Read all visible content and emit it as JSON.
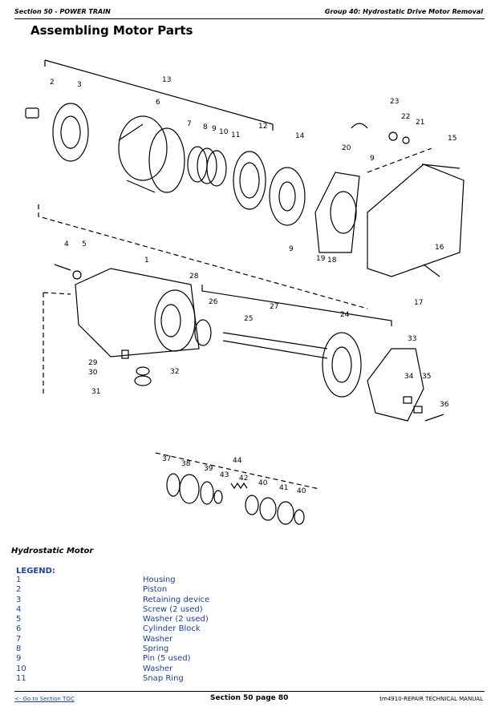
{
  "header": {
    "section": "Section 50 - POWER TRAIN",
    "group": "Group 40: Hydrostatic Drive Motor Removal"
  },
  "page_title": "Assembling Motor Parts",
  "diagram": {
    "callouts": [
      "2",
      "3",
      "13",
      "6",
      "7",
      "8",
      "9",
      "10",
      "11",
      "12",
      "14",
      "23",
      "22",
      "21",
      "20",
      "9",
      "15",
      "16",
      "9",
      "19",
      "18",
      "17",
      "4",
      "5",
      "1",
      "28",
      "26",
      "27",
      "25",
      "24",
      "33",
      "29",
      "30",
      "32",
      "31",
      "34",
      "35",
      "36",
      "37",
      "38",
      "39",
      "44",
      "42",
      "40",
      "43",
      "41",
      "40"
    ]
  },
  "subtitle": "Hydrostatic Motor",
  "legend": {
    "heading": "LEGEND:",
    "items": [
      {
        "num": "1",
        "text": "Housing"
      },
      {
        "num": "2",
        "text": "Piston"
      },
      {
        "num": "3",
        "text": "Retaining device"
      },
      {
        "num": "4",
        "text": "Screw (2 used)"
      },
      {
        "num": "5",
        "text": "Washer (2 used)"
      },
      {
        "num": "6",
        "text": "Cylinder Block"
      },
      {
        "num": "7",
        "text": "Washer"
      },
      {
        "num": "8",
        "text": "Spring"
      },
      {
        "num": "9",
        "text": "Pin (5 used)"
      },
      {
        "num": "10",
        "text": "Washer"
      },
      {
        "num": "11",
        "text": "Snap Ring"
      }
    ]
  },
  "footer": {
    "toc_link": "<- Go to Section TOC",
    "page": "Section 50 page 80",
    "manual": "tm4910-REPAIR TECHNICAL MANUAL"
  }
}
